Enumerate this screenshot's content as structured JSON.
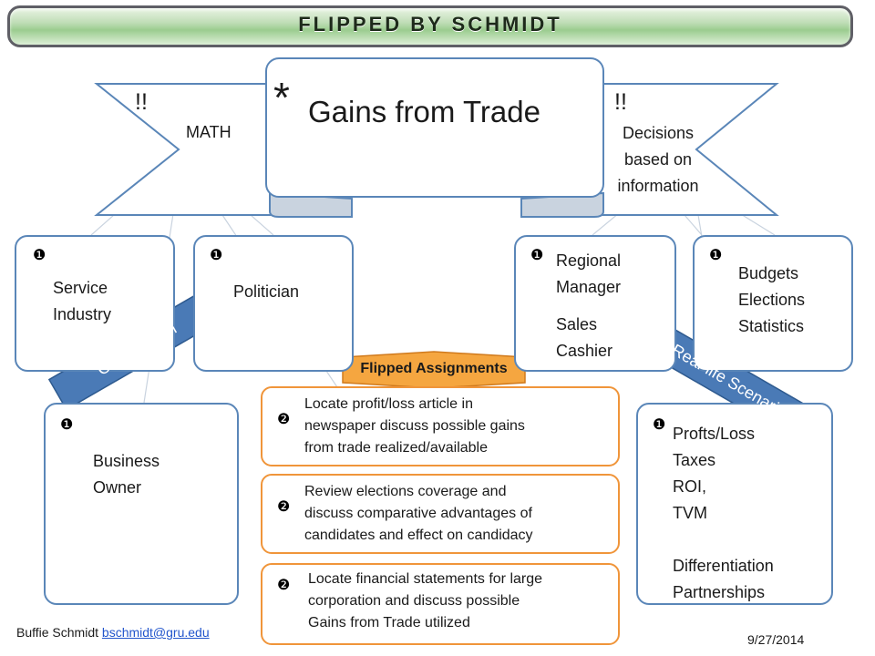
{
  "header": {
    "title": "FLIPPED BY SCHMIDT"
  },
  "main_banner": {
    "star": "*",
    "title": "Gains from Trade"
  },
  "left_flag": {
    "mark": "!!",
    "label": "MATH"
  },
  "right_flag": {
    "mark": "!!",
    "label_lines": [
      "Decisions",
      "based on",
      "information"
    ]
  },
  "bullet_glyph_1": "❶",
  "bullet_glyph_2": "❷",
  "top_boxes": [
    {
      "lines": [
        "Service",
        "Industry"
      ]
    },
    {
      "lines": [
        "Politician"
      ]
    },
    {
      "lines": [
        "Regional",
        "Manager"
      ],
      "lines2": [
        "Sales",
        "Cashier"
      ]
    },
    {
      "lines": [
        "Budgets",
        "Elections",
        "Statistics"
      ]
    }
  ],
  "business_box": {
    "lines": [
      "Business",
      "Owner"
    ]
  },
  "right_box": {
    "lines": [
      "Profts/Loss",
      "Taxes",
      "ROI,",
      "TVM",
      "",
      "Differentiation",
      "Partnerships"
    ]
  },
  "career_banner": {
    "label": "Career Path"
  },
  "scenario_banner": {
    "label": "Real-life Scenario"
  },
  "assignments": {
    "label": "Flipped Assignments",
    "items": [
      {
        "lines": [
          "Locate profit/loss article in",
          "newspaper discuss possible gains",
          "from trade realized/available"
        ]
      },
      {
        "lines": [
          "Review elections coverage and",
          "discuss comparative advantages of",
          "candidates and effect on candidacy"
        ]
      },
      {
        "lines": [
          "Locate financial statements for large",
          "corporation and discuss possible",
          "Gains from Trade utilized"
        ]
      }
    ]
  },
  "footer": {
    "author": "Buffie Schmidt",
    "email": "bschmidt@gru.edu",
    "date": "9/27/2014"
  },
  "colors": {
    "box_border": "#5a86b8",
    "banner_fill": "#4a7ab6",
    "orange_border": "#f0953a",
    "header_green": "#9bcc8f"
  }
}
